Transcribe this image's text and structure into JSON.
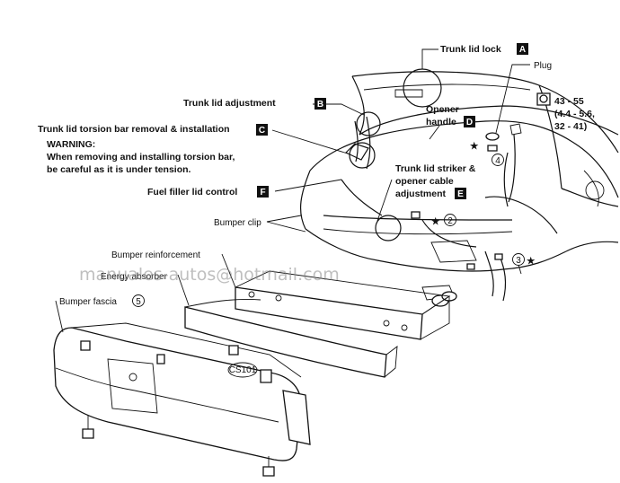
{
  "callouts": {
    "trunk_lid_lock": {
      "text": "Trunk lid lock",
      "box": "A"
    },
    "plug": {
      "text": "Plug"
    },
    "torque": {
      "line1": "43 - 55",
      "line2": "(4.4 - 5.6,",
      "line3": "32 - 41)"
    },
    "trunk_lid_adjustment": {
      "text": "Trunk lid adjustment",
      "box": "B"
    },
    "opener_handle": {
      "line1": "Opener",
      "line2": "handle",
      "box": "D"
    },
    "torsion_bar": {
      "text": "Trunk lid torsion bar removal & installation",
      "box": "C"
    },
    "warning": {
      "title": "WARNING:",
      "line1": "When removing and installing torsion bar,",
      "line2": "be careful as it is under tension."
    },
    "striker": {
      "line1": "Trunk lid striker &",
      "line2": "opener cable",
      "line3": "adjustment",
      "box": "E"
    },
    "fuel_filler": {
      "text": "Fuel filler lid control",
      "box": "F"
    },
    "bumper_clip": {
      "text": "Bumper clip"
    },
    "bumper_reinforcement": {
      "text": "Bumper reinforcement"
    },
    "energy_absorber": {
      "text": "Energy absorber"
    },
    "bumper_fascia": {
      "text": "Bumper fascia",
      "num": "5"
    },
    "ref_num_2": {
      "num": "2"
    },
    "ref_num_3": {
      "num": "3"
    },
    "ref_num_4": {
      "num": "4"
    },
    "cs101": {
      "text": "CS101"
    }
  },
  "watermark": "manuales-autos@hotmail.com",
  "colors": {
    "ink": "#111111",
    "background": "#ffffff",
    "watermark": "#8a8a8a"
  }
}
